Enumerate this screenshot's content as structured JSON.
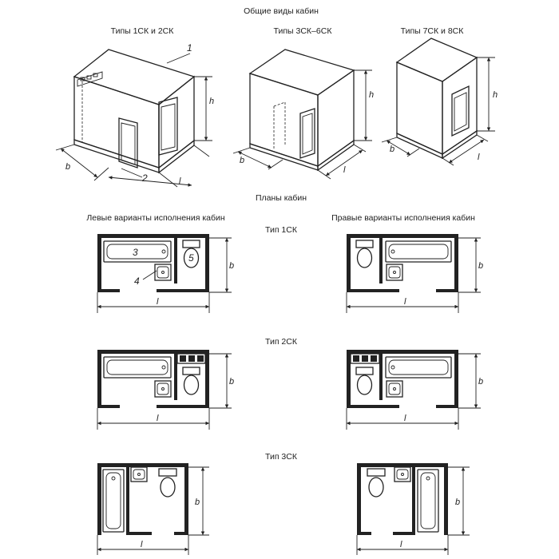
{
  "title_general": "Общие виды кабин",
  "iso": {
    "group1": "Типы 1СК и 2СК",
    "group2": "Типы 3СК–6СК",
    "group3": "Типы 7СК и 8СК"
  },
  "title_plans": "Планы кабин",
  "left_variants": "Левые варианты исполнения кабин",
  "right_variants": "Правые варианты исполнения кабин",
  "types": [
    "Тип 1СК",
    "Тип 2СК",
    "Тип 3СК"
  ],
  "dims": {
    "b": "b",
    "l": "l",
    "h": "h"
  },
  "callouts": {
    "c1": "1",
    "c2": "2",
    "c3": "3",
    "c4": "4",
    "c5": "5"
  }
}
